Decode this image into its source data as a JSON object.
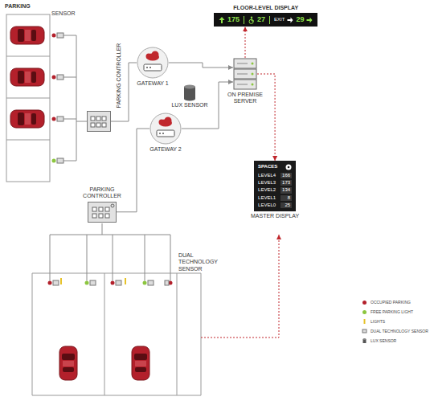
{
  "diagram": {
    "nodes": [
      {
        "text": [
          "PARKING CONTROLLER"
        ]
      },
      {
        "text": [
          "FLOOR-LEVEL DISPLAY",
          "175",
          "27",
          "EXIT",
          "29"
        ]
      },
      {
        "text": [
          "GATEWAY 1"
        ]
      },
      {
        "text": [
          "LUX SENSOR"
        ]
      },
      {
        "text": [
          "ON PREMISE SERVER"
        ]
      },
      {
        "text": [
          "GATEWAY 2"
        ]
      },
      {
        "text": [
          "PARKING CONTROLLER"
        ]
      },
      {
        "text": [
          "SPACES",
          "LEVEL4",
          "166",
          "LEVEL3",
          "173",
          "LEVEL2",
          "134",
          "LEVEL1",
          "8",
          "LEVEL0",
          "25",
          "MASTER DISPLAY"
        ]
      }
    ],
    "edges": [
      {
        "from": 0,
        "to": 2,
        "arrow": "none"
      },
      {
        "from": 2,
        "to": 4,
        "arrow": "to"
      },
      {
        "from": 5,
        "to": 4,
        "arrow": "to"
      },
      {
        "from": 6,
        "to": 5,
        "arrow": "none"
      },
      {
        "from": 4,
        "to": 1,
        "arrow": "to"
      },
      {
        "from": 4,
        "to": 7,
        "arrow": "to"
      }
    ],
    "labels": [
      "PARKING",
      "SENSOR",
      "DUAL TECHNOLOGY SENSOR"
    ],
    "legend": [
      {
        "text": "OCCUPIED PARKING",
        "color": "#b3202b"
      },
      {
        "text": "FREE PARKING LIGHT",
        "color": "#8cc63f"
      },
      {
        "text": "LIGHTS"
      },
      {
        "text": "DUAL TECHNOLOGY SENSOR"
      },
      {
        "text": "LUX SENSOR"
      }
    ]
  }
}
